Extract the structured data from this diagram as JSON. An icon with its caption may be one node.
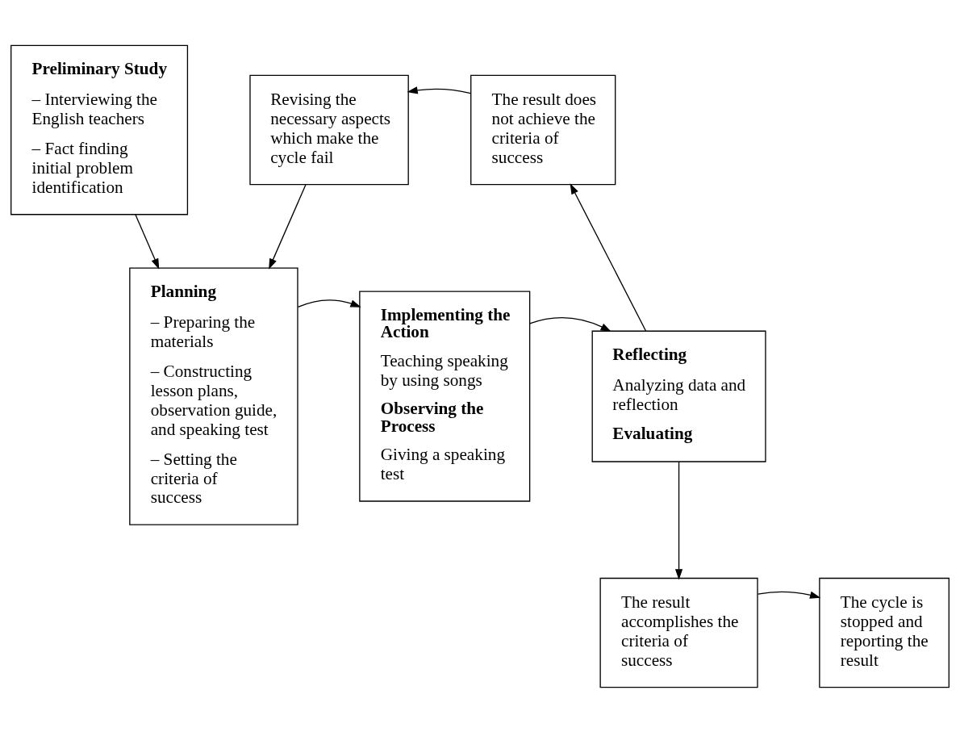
{
  "diagram": {
    "nodes": [
      {
        "text": [
          "Preliminary Study",
          "– Interviewing the English teachers",
          "– Fact finding initial problem identification"
        ]
      },
      {
        "text": [
          "Revising the necessary aspects which make the cycle fail"
        ]
      },
      {
        "text": [
          "The result does not achieve the criteria of success"
        ]
      },
      {
        "text": [
          "Planning",
          "– Preparing the materials",
          "– Constructing lesson plans, observation guide, and speaking test",
          "– Setting the criteria of success"
        ]
      },
      {
        "text": [
          "Implementing the Action",
          "Teaching speaking by using songs",
          "Observing the Process",
          "Giving a speaking test"
        ]
      },
      {
        "text": [
          "Reflecting",
          "Analyzing data and reflection",
          "Evaluating"
        ]
      },
      {
        "text": [
          "The cycle is stopped and reporting the result"
        ]
      },
      {
        "text": [
          "The result accomplishes the criteria of success"
        ]
      }
    ],
    "edges": [
      {
        "from": 0,
        "to": 3,
        "arrow": "to"
      },
      {
        "from": 1,
        "to": 3,
        "arrow": "to"
      },
      {
        "from": 2,
        "to": 1,
        "arrow": "to"
      },
      {
        "from": 3,
        "to": 4,
        "arrow": "to"
      },
      {
        "from": 4,
        "to": 5,
        "arrow": "to"
      },
      {
        "from": 5,
        "to": 2,
        "arrow": "to"
      },
      {
        "from": 5,
        "to": 7,
        "arrow": "to"
      },
      {
        "from": 7,
        "to": 6,
        "arrow": "to"
      }
    ]
  }
}
